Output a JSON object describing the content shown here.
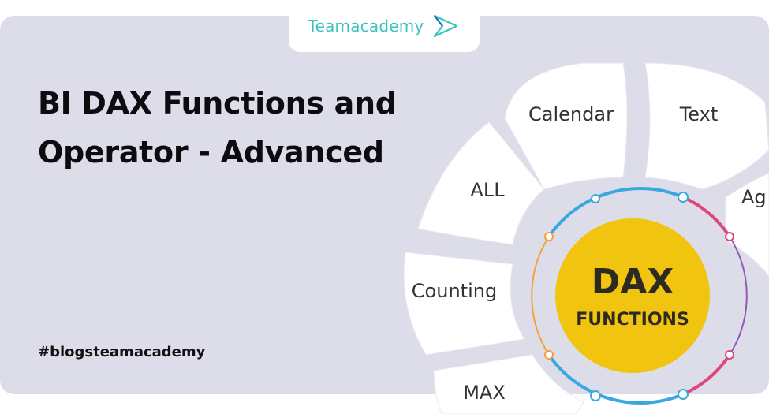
{
  "brand": {
    "name": "Teamacademy",
    "logo_icon": "arrow-chevron-icon"
  },
  "title": "BI DAX Functions and Operator - Advanced",
  "hashtag": "#blogsteamacademy",
  "wheel": {
    "segments": [
      "Calendar",
      "Text",
      "Ag",
      "ALL",
      "Counting",
      "MAX"
    ],
    "center_title": "DAX",
    "center_subtitle": "FUNCTIONS"
  },
  "colors": {
    "card_bg": "#dcdde9",
    "brand": "#39c4bf",
    "center_fill": "#f1c40f",
    "ring_blue": "#3aa8e0",
    "ring_pink": "#e0457b",
    "ring_orange": "#f0a33a",
    "ring_purple": "#8e5bb5"
  }
}
